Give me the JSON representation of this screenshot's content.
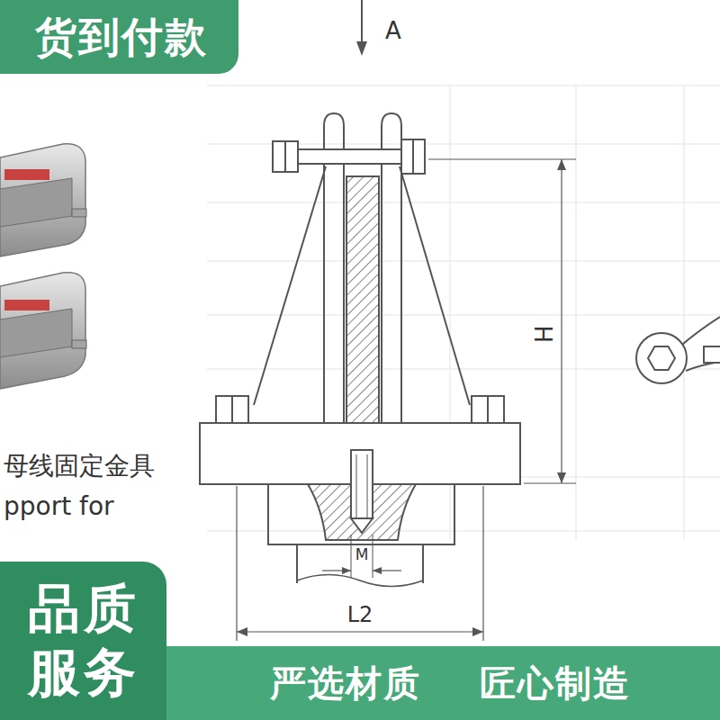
{
  "diagram": {
    "nodes": [
      {
        "text": [
          "货到付款"
        ]
      },
      {
        "text": [
          "品质 服务"
        ]
      },
      {
        "text": [
          "严选材质",
          "匠心制造"
        ]
      }
    ],
    "labels": [
      "A",
      "H",
      "M",
      "L2",
      "母线固定金具",
      "pport for"
    ]
  }
}
